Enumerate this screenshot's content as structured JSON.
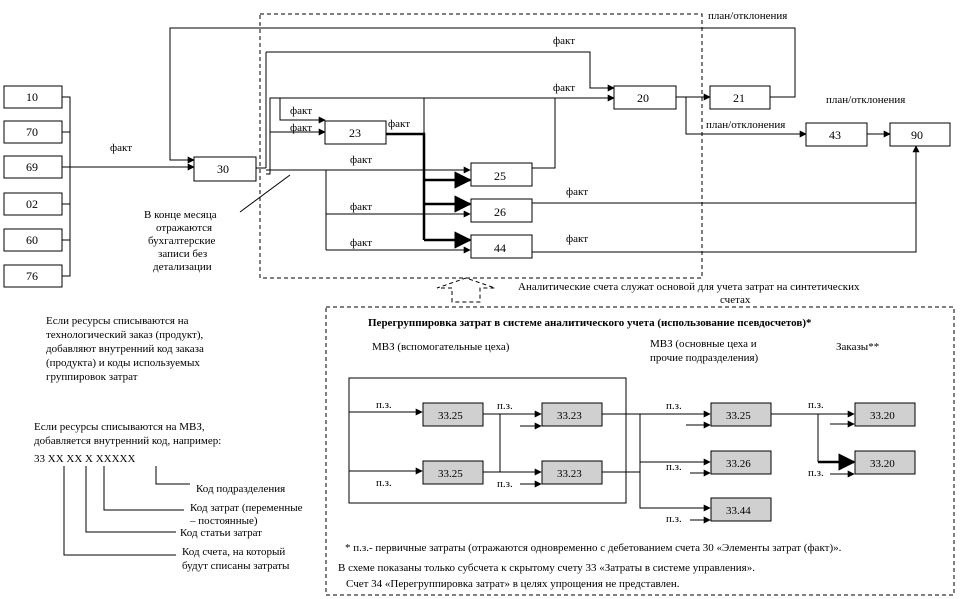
{
  "accounts": {
    "a10": "10",
    "a70": "70",
    "a69": "69",
    "a02": "02",
    "a60": "60",
    "a76": "76",
    "a30": "30",
    "a23": "23",
    "a20": "20",
    "a21": "21",
    "a25": "25",
    "a26": "26",
    "a44": "44",
    "a43": "43",
    "a90": "90"
  },
  "labels": {
    "fact": "факт",
    "plan_dev": "план/отклонения"
  },
  "notes": {
    "month_end": [
      "В конце месяца",
      "отражаются",
      "бухгалтерские",
      "записи без",
      "детализации"
    ],
    "analytic": [
      "Аналитические счета служат основой для учета затрат на синтетических",
      "счетах"
    ],
    "resources_order": [
      "Если ресурсы списываются на",
      "технологический заказ (продукт),",
      "добавляют внутренний код заказа",
      "(продукта) и коды используемых",
      "группировок затрат"
    ],
    "resources_mvz": [
      "Если ресурсы списываются на МВЗ,",
      "добавляется внутренний код, например:"
    ],
    "code": "33 XX XX X XXXXX",
    "code_dept": "Код подразделения",
    "code_cost": [
      "Код затрат (переменные",
      "– постоянные)"
    ],
    "code_item": "Код статьи затрат",
    "code_account": [
      "Код счета, на который",
      "будут списаны затраты"
    ]
  },
  "regroup": {
    "title": "Перегруппировка затрат в системе аналитического учета (использование псевдосчетов)*",
    "col_aux": "МВЗ (вспомогательные цеха)",
    "col_main": [
      "МВЗ (основные цеха и",
      "прочие подразделения)"
    ],
    "col_orders": "Заказы**",
    "pz": "п.з.",
    "sub": {
      "s1": "33.25",
      "s2": "33.23",
      "s3": "33.25",
      "s4": "33.23",
      "s5": "33.25",
      "s6": "33.26",
      "s7": "33.44",
      "s8": "33.20",
      "s9": "33.20"
    },
    "footnotes": [
      "* п.з.- первичные затраты (отражаются одновременно с дебетованием счета 30 «Элементы затрат (факт)».",
      "В схеме показаны только субсчета к скрытому счету 33 «Затраты в системе управления».",
      "Счет 34  «Перегруппировка затрат» в целях упрощения не представлен."
    ]
  }
}
